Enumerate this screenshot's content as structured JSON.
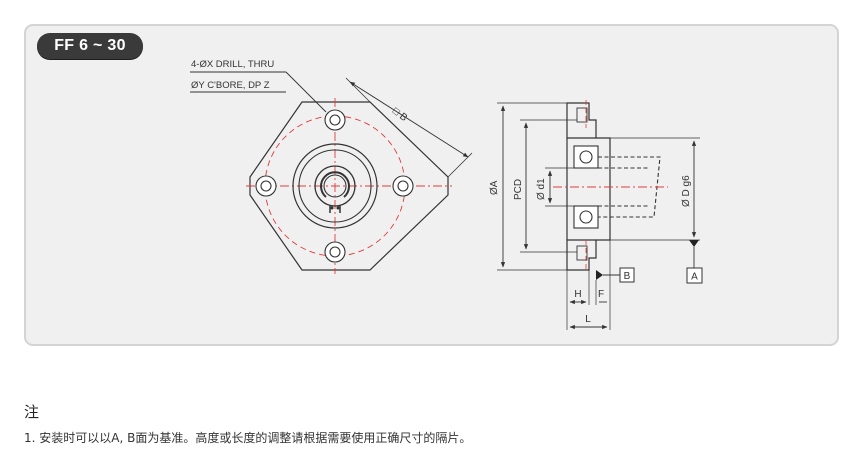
{
  "header": {
    "model_tag": "FF 6 ~ 30"
  },
  "front_view": {
    "callout_line1": "4-ØX DRILL, THRU",
    "callout_line2": "ØY C'BORE, DP Z",
    "square_dim": "□ B"
  },
  "side_view": {
    "dim_A": "ØA",
    "dim_PCD": "PCD",
    "dim_d1": "Ø d1",
    "dim_D": "Ø D g6",
    "datum_A": "A",
    "datum_B": "B",
    "dim_H": "H",
    "dim_F": "F",
    "dim_L": "L"
  },
  "notes": {
    "title": "注",
    "items": [
      "1. 安装时可以以A, B面为基准。高度或长度的调整请根据需要使用正确尺寸的隔片。"
    ]
  },
  "colors": {
    "panel_bg": "#f0f0f0",
    "tag_bg": "#3a3a3a",
    "centerline": "#e23b3b",
    "line": "#333333"
  }
}
